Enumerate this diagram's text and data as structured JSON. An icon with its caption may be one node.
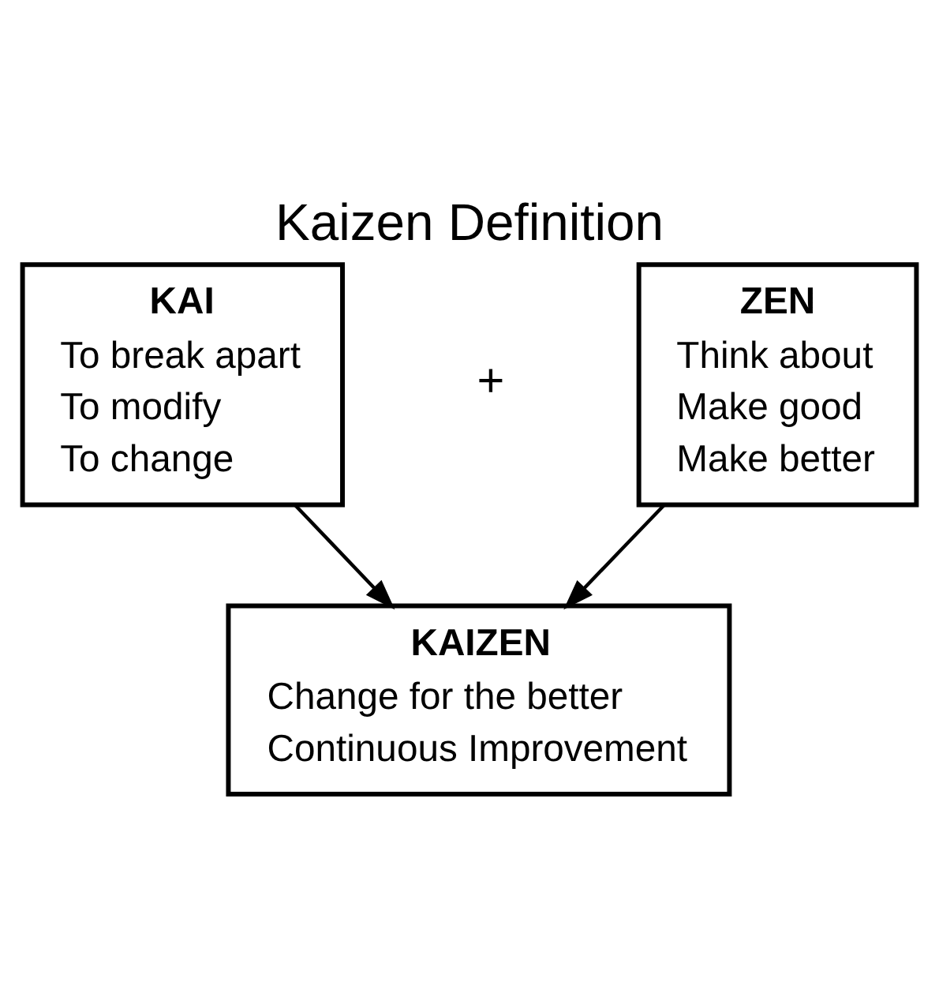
{
  "diagram": {
    "title": "Kaizen Definition",
    "nodes": [
      {
        "text": [
          "KAI",
          "To break apart",
          "To modify",
          "To change"
        ]
      },
      {
        "text": [
          "ZEN",
          "Think about",
          "Make good",
          "Make better"
        ]
      },
      {
        "text": [
          "KAIZEN",
          "Change for the better",
          "Continuous Improvement"
        ]
      }
    ],
    "edges": [
      {
        "from": 0,
        "to": 2,
        "arrow": "to"
      },
      {
        "from": 1,
        "to": 2,
        "arrow": "to"
      }
    ],
    "labels": [
      "+"
    ]
  }
}
